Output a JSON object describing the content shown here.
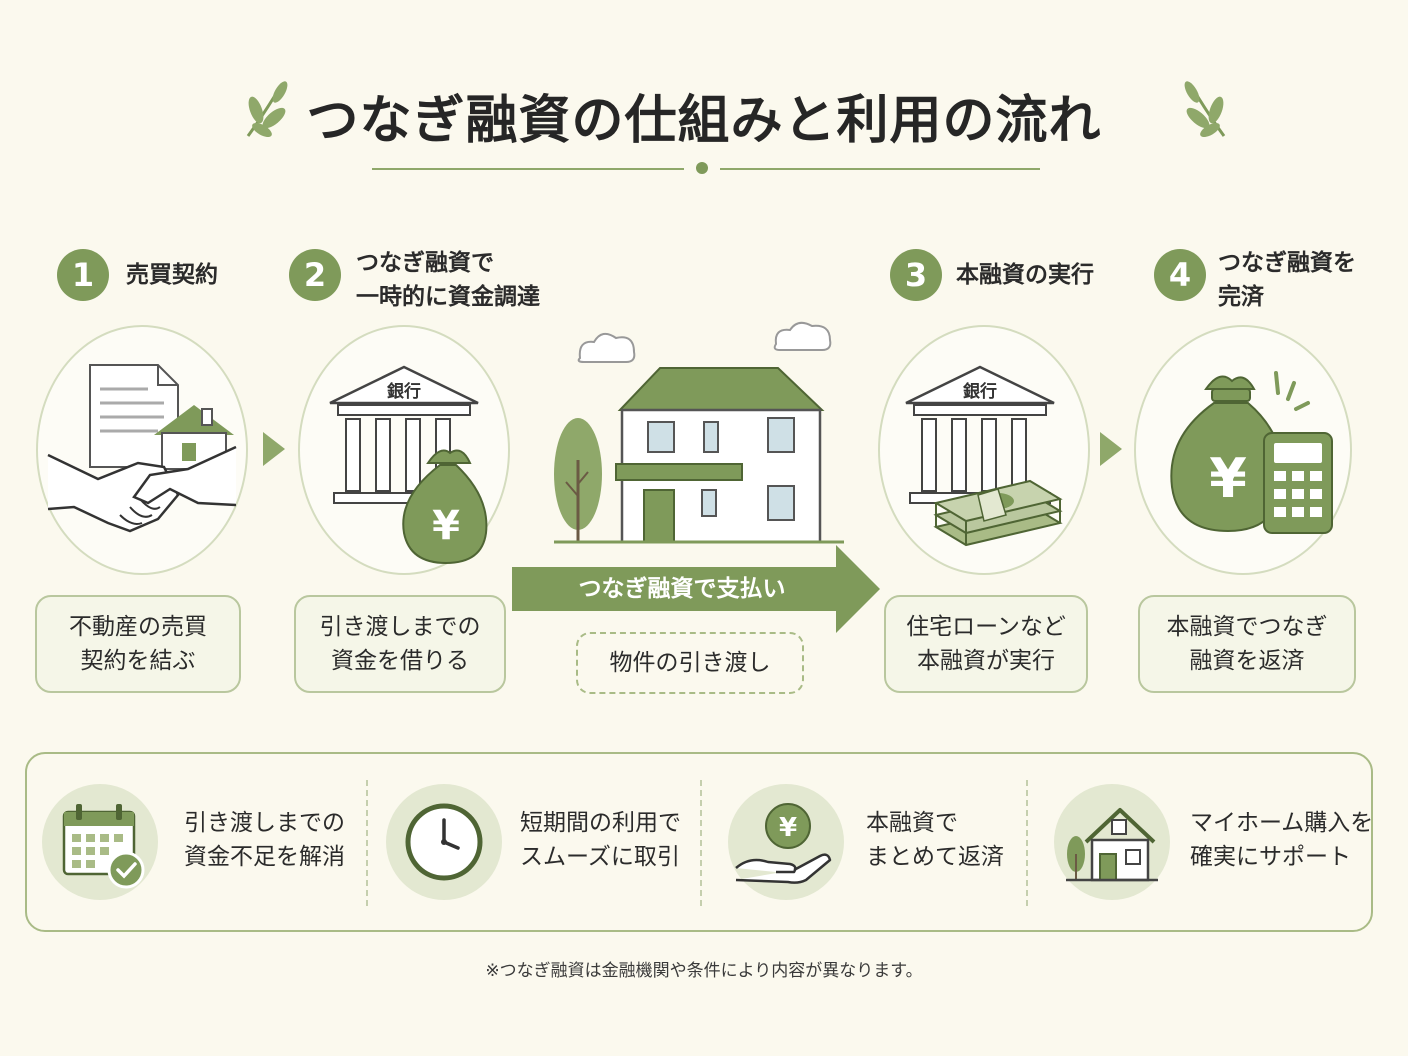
{
  "title": "つなぎ融資の仕組みと利用の流れ",
  "colors": {
    "accent": "#7f9a5a",
    "light_accent": "#a9bb86",
    "background": "#fbf9ee"
  },
  "steps": [
    {
      "number": "1",
      "label": "売買契約",
      "description": "不動産の売買\n契約を結ぶ",
      "icon": "handshake-contract-house-icon"
    },
    {
      "number": "2",
      "label": "つなぎ融資で\n一時的に資金調達",
      "description": "引き渡しまでの\n資金を借りる",
      "icon": "bank-yen-bag-icon",
      "bank_text": "銀行",
      "yen": "¥"
    },
    {
      "number": "3",
      "label": "本融資の実行",
      "description": "住宅ローンなど\n本融資が実行",
      "icon": "bank-cash-stack-icon",
      "bank_text": "銀行"
    },
    {
      "number": "4",
      "label": "つなぎ融資を\n完済",
      "description": "本融資でつなぎ\n融資を返済",
      "icon": "yen-bag-calculator-icon",
      "yen": "¥"
    }
  ],
  "center": {
    "arrow_label": "つなぎ融資で支払い",
    "handover_label": "物件の引き渡し",
    "icon": "house-tree-clouds-icon"
  },
  "benefits": [
    {
      "text": "引き渡しまでの\n資金不足を解消",
      "icon": "calendar-check-icon"
    },
    {
      "text": "短期間の利用で\nスムーズに取引",
      "icon": "clock-icon"
    },
    {
      "text": "本融資で\nまとめて返済",
      "icon": "yen-coin-hand-icon",
      "yen": "¥"
    },
    {
      "text": "マイホーム購入を\n確実にサポート",
      "icon": "house-icon"
    }
  ],
  "footnote": "※つなぎ融資は金融機関や条件により内容が異なります。"
}
